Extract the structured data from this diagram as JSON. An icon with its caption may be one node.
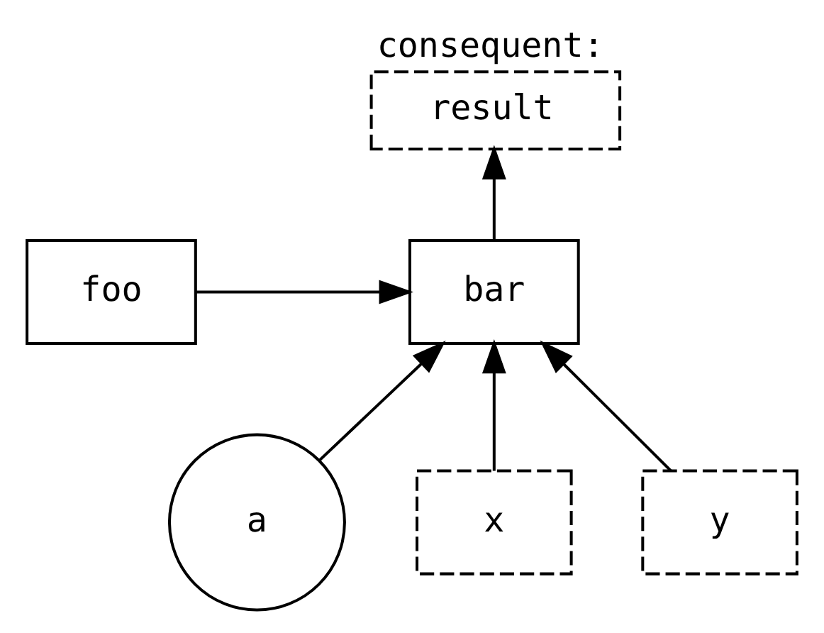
{
  "diagram": {
    "nodes": [
      {
        "text": [
          "foo"
        ]
      },
      {
        "text": [
          "consequent:",
          "result"
        ]
      },
      {
        "text": [
          "bar"
        ]
      },
      {
        "text": [
          "a"
        ]
      },
      {
        "text": [
          "x"
        ]
      },
      {
        "text": [
          "y"
        ]
      }
    ],
    "edges": [
      {
        "from": 0,
        "to": 2,
        "arrow": "to"
      },
      {
        "from": 2,
        "to": 1,
        "arrow": "to"
      },
      {
        "from": 3,
        "to": 2,
        "arrow": "to"
      },
      {
        "from": 4,
        "to": 2,
        "arrow": "to"
      },
      {
        "from": 5,
        "to": 2,
        "arrow": "to"
      }
    ]
  }
}
